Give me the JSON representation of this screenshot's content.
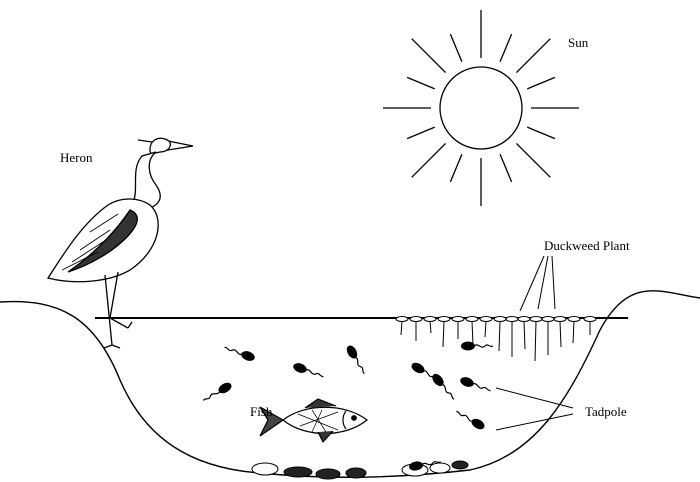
{
  "labels": {
    "sun": "Sun",
    "heron": "Heron",
    "duckweed": "Duckweed Plant",
    "fish": "Fish",
    "tadpole": "Tadpole"
  },
  "colors": {
    "ink": "#000000",
    "background": "#ffffff"
  }
}
